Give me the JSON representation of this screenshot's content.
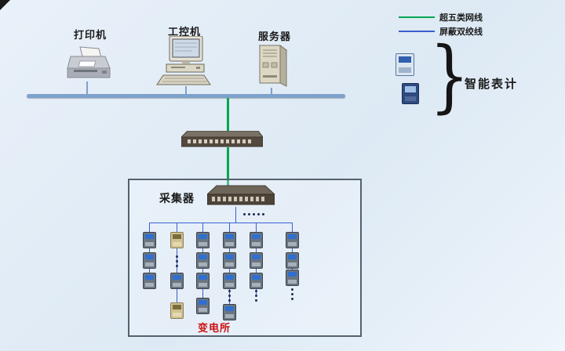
{
  "legend": {
    "items": [
      {
        "label": "超五类网线",
        "color": "#00a651"
      },
      {
        "label": "屏蔽双绞线",
        "color": "#3a5fd0"
      }
    ]
  },
  "devices": {
    "printer": {
      "label": "打印机"
    },
    "industrial_pc": {
      "label": "工控机"
    },
    "server": {
      "label": "服务器"
    }
  },
  "smart_meters": {
    "label": "智能表计"
  },
  "collector": {
    "label": "采集器"
  },
  "substation": {
    "label": "变电所"
  },
  "colors": {
    "cat5e_wire": "#00a651",
    "twisted_pair_wire": "#3a5fd0",
    "backbone_bus": "#7da2cc",
    "substation_label": "#cc1111"
  }
}
